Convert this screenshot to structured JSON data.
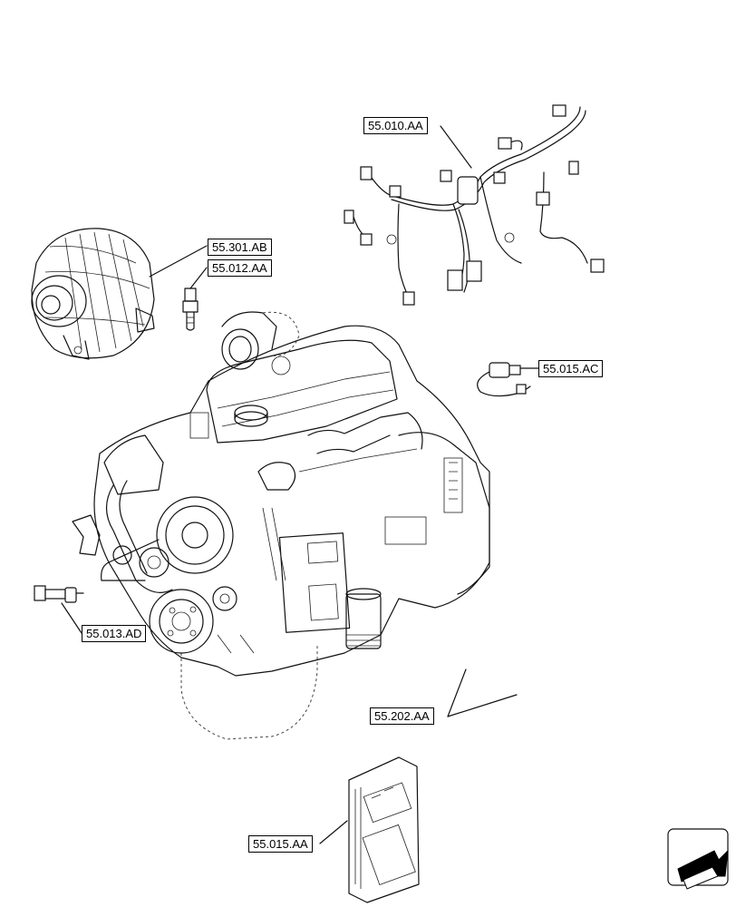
{
  "callouts": {
    "wiring_harness": "55.010.AA",
    "alternator": "55.301.AB",
    "temp_sensor": "55.012.AA",
    "pressure_sensor": "55.015.AC",
    "speed_sensor": "55.013.AD",
    "engine_harness": "55.202.AA",
    "ecu": "55.015.AA"
  },
  "icons": {
    "nav_arrow": "arrow-icon"
  }
}
